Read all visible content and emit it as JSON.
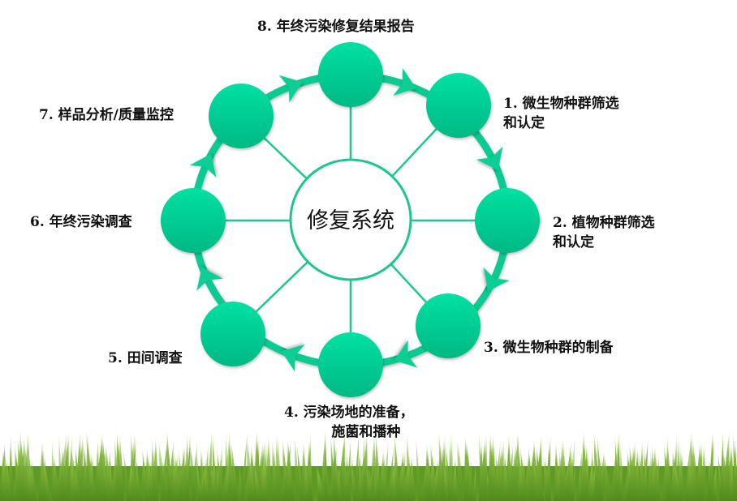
{
  "center": {
    "label": "修复系统"
  },
  "steps": [
    {
      "label": "1.  微生物种群筛选",
      "label2": "和认定"
    },
    {
      "label": "2. 植物种群筛选",
      "label2": "和认定"
    },
    {
      "label": "3.  微生物种群的制备"
    },
    {
      "label": "4.  污染场地的准备，",
      "label2": "施菌和播种"
    },
    {
      "label": "5.  田间调查"
    },
    {
      "label": "6.  年终污染调查"
    },
    {
      "label": "7.  样品分析/质量监控"
    },
    {
      "label": "8.  年终污染修复结果报告"
    }
  ],
  "colors": {
    "node": "#00c98e",
    "node_light": "#06dea0",
    "line": "#1dc690",
    "grass": "#6ea32a"
  }
}
